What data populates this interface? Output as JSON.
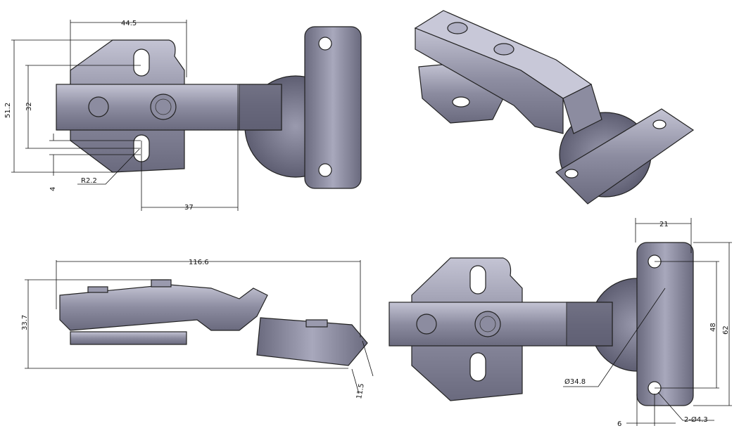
{
  "drawing": {
    "views": [
      "top-view",
      "isometric-view",
      "side-view",
      "bottom-view"
    ],
    "colors": {
      "part_fill": "#8c8ca0",
      "part_light": "#c8c8d8",
      "part_dark": "#5a5a6e",
      "dimension_line": "#111111"
    },
    "top_view": {
      "width_44_5": "44.5",
      "height_51_2": "51.2",
      "slot_spacing_32": "32",
      "offset_4": "4",
      "radius": "R2.2",
      "distance_37": "37"
    },
    "side_view": {
      "length": "116.6",
      "height": "33.7",
      "cup_depth": "11.5"
    },
    "bottom_view": {
      "plate_width": "21",
      "hole_spacing": "48",
      "plate_height": "62",
      "cup_diameter": "Ø34.8",
      "edge_offset": "6",
      "holes": "2-Ø4.3"
    }
  }
}
